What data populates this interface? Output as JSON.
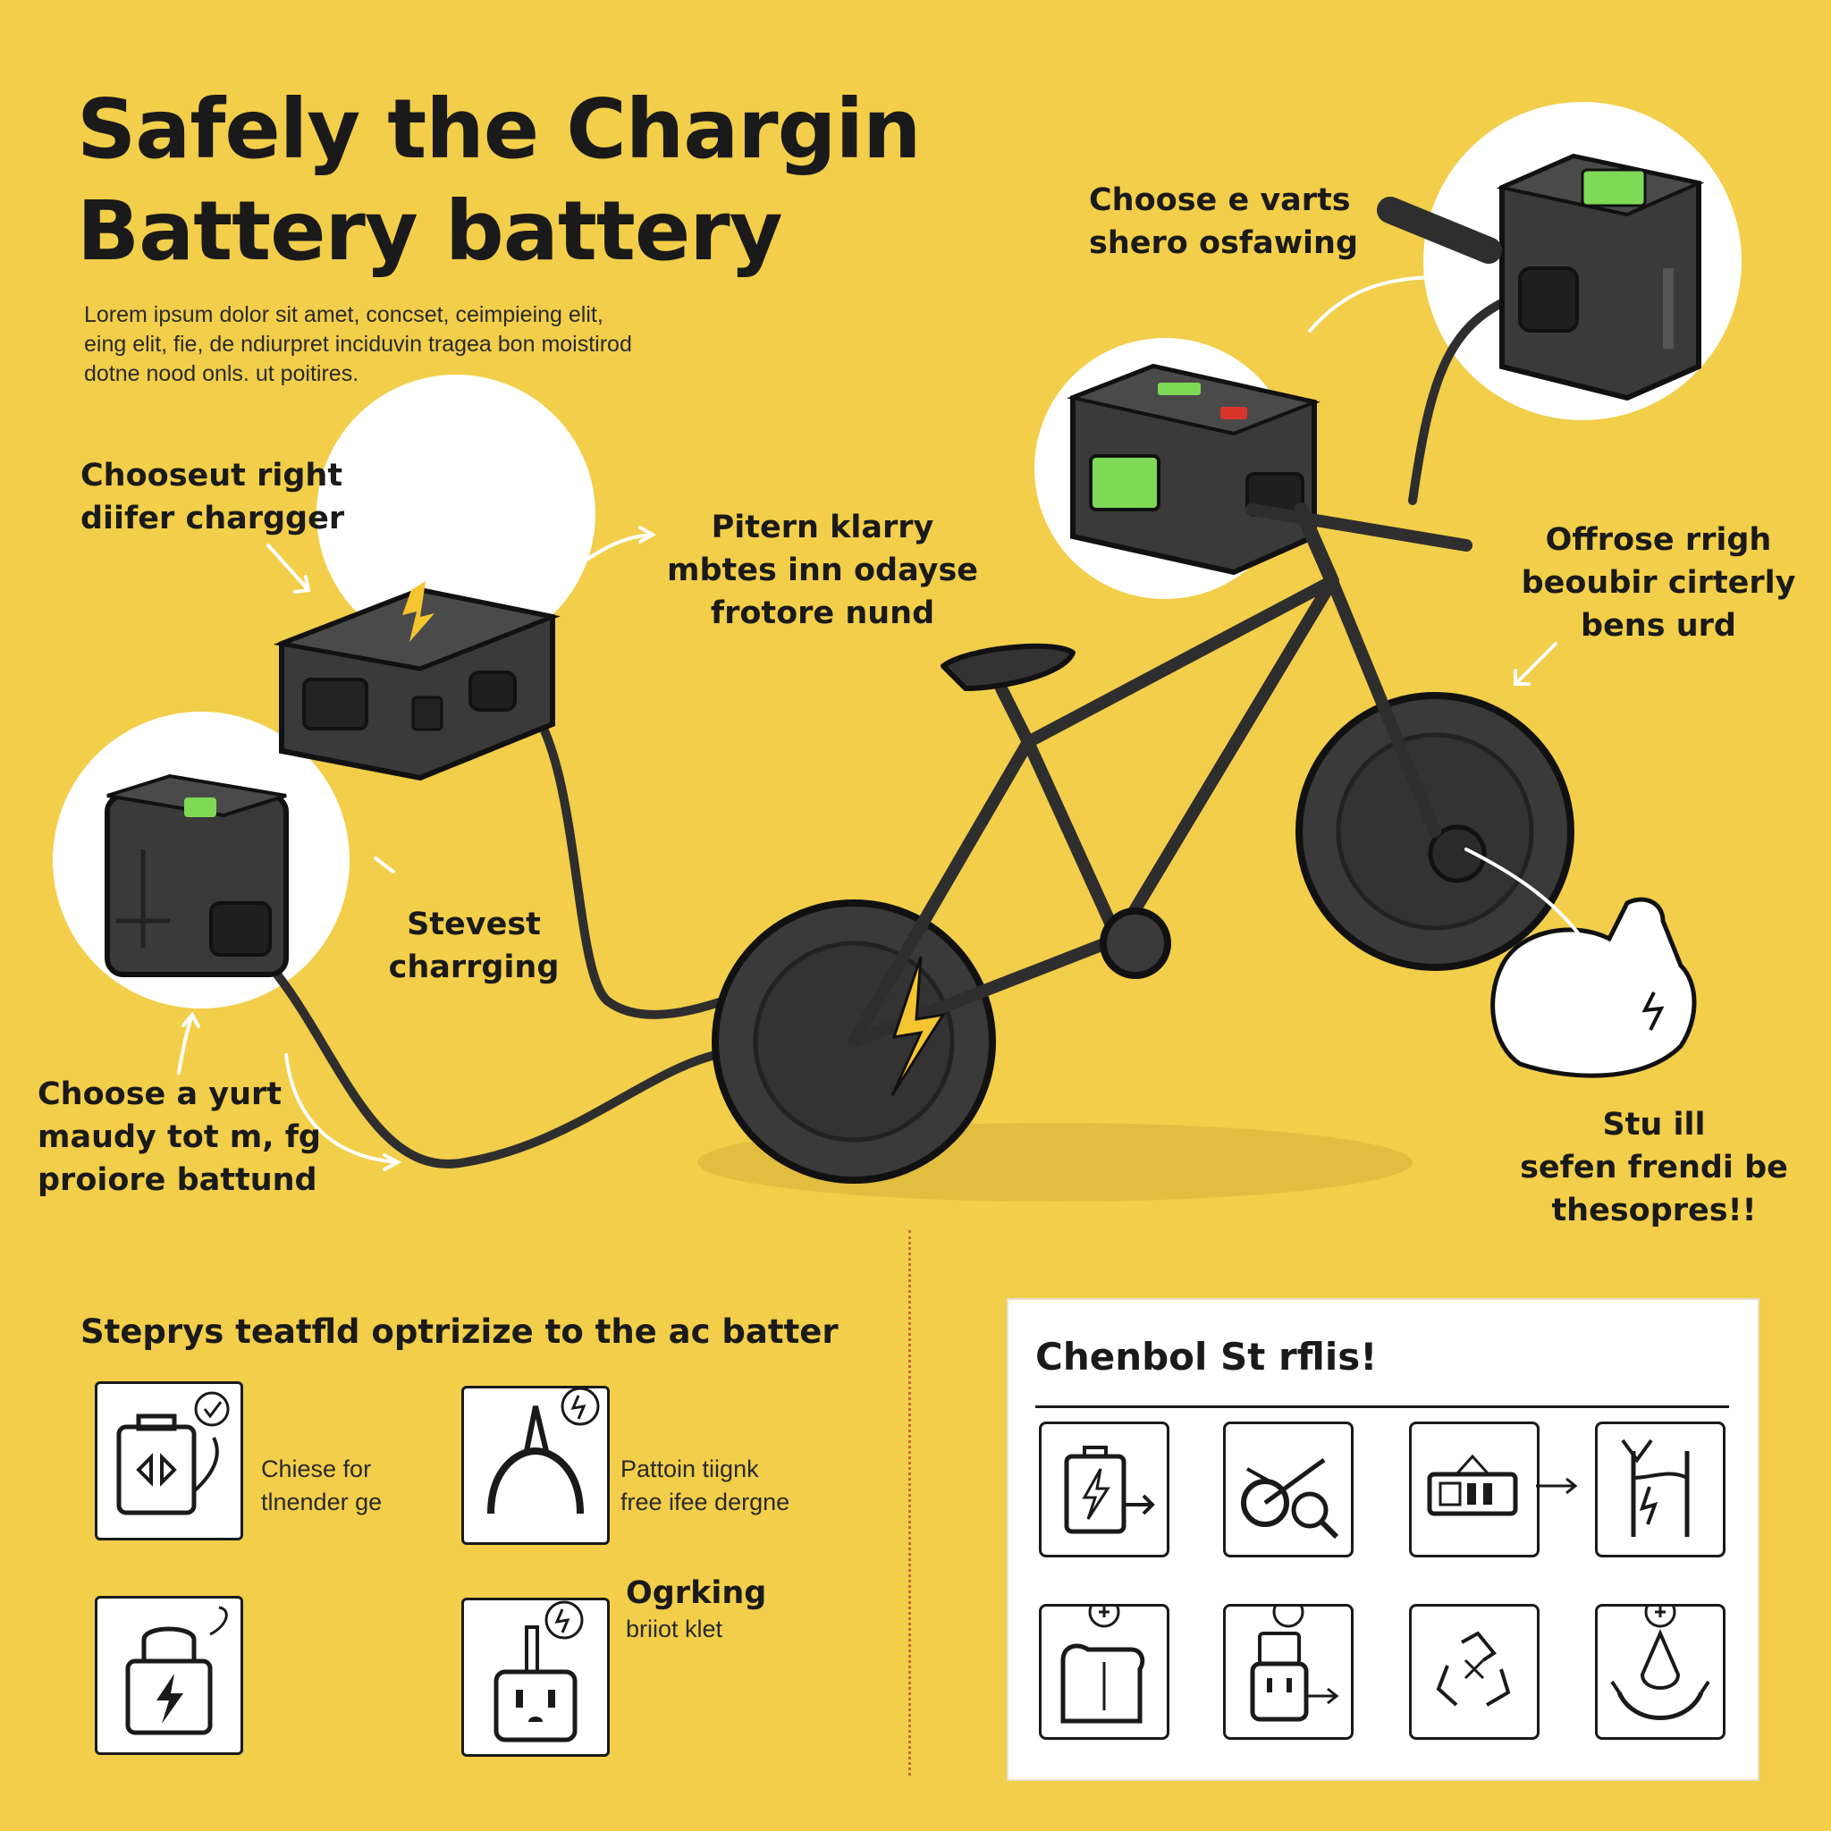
{
  "header": {
    "title_line1": "Safely the Chargin",
    "title_line2": "Battery battery",
    "intro_line1": "Lorem ipsum dolor sit amet, concset, ceimpieing elit,",
    "intro_line2": "eing elit, fie, de ndiurpret inciduvin tragea bon moistirod",
    "intro_line3": "dotne nood onls. ut poitires."
  },
  "callouts": {
    "top_right": [
      "Choose e varts",
      "shero osfawing"
    ],
    "left_upper": [
      "Chooseut right",
      "diifer chargger"
    ],
    "center": [
      "Pitern klarry",
      "mbtes inn odayse",
      "frotore nund"
    ],
    "right": [
      "Offrose rrigh",
      "beoubir cirterly",
      "bens urd"
    ],
    "left_mid": [
      "Stevest",
      "charrging"
    ],
    "bottom_left": [
      "Choose a yurt",
      "maudy tot m, fg",
      "proiore battund"
    ],
    "bottom_right": [
      "Stu ill",
      "sefen frendi be",
      "thesopres!!"
    ]
  },
  "steps": {
    "heading": "Steprys teatfld optrizize to the ac batter",
    "items": [
      {
        "label_line1": "Chiese for",
        "label_line2": "tlnender ge",
        "icon": "suitcase-battery-icon"
      },
      {
        "label_line1": "Pattoin tiignk",
        "label_line2": "free ifee dergne",
        "icon": "plug-head-icon"
      },
      {
        "icon": "lock-bolt-icon"
      },
      {
        "title": "Ogrking",
        "label_line1": "briiot klet",
        "icon": "wall-outlet-icon"
      }
    ]
  },
  "checklist": {
    "title": "Chenbol St rflis!",
    "icons": [
      "battery-arrow-icon",
      "bike-magnifier-icon",
      "battery-level-icon",
      "charger-plug-icon",
      "hand-battery-icon",
      "outlet-arrow-icon",
      "recycle-icon",
      "drop-cycle-icon"
    ]
  },
  "colors": {
    "background": "#F2CE4A",
    "ink": "#1a1a1a",
    "device": "#3a3a3a",
    "led_green": "#7ED957",
    "led_red": "#D9362B",
    "bolt": "#F5C531",
    "divider": "#c2693a"
  }
}
